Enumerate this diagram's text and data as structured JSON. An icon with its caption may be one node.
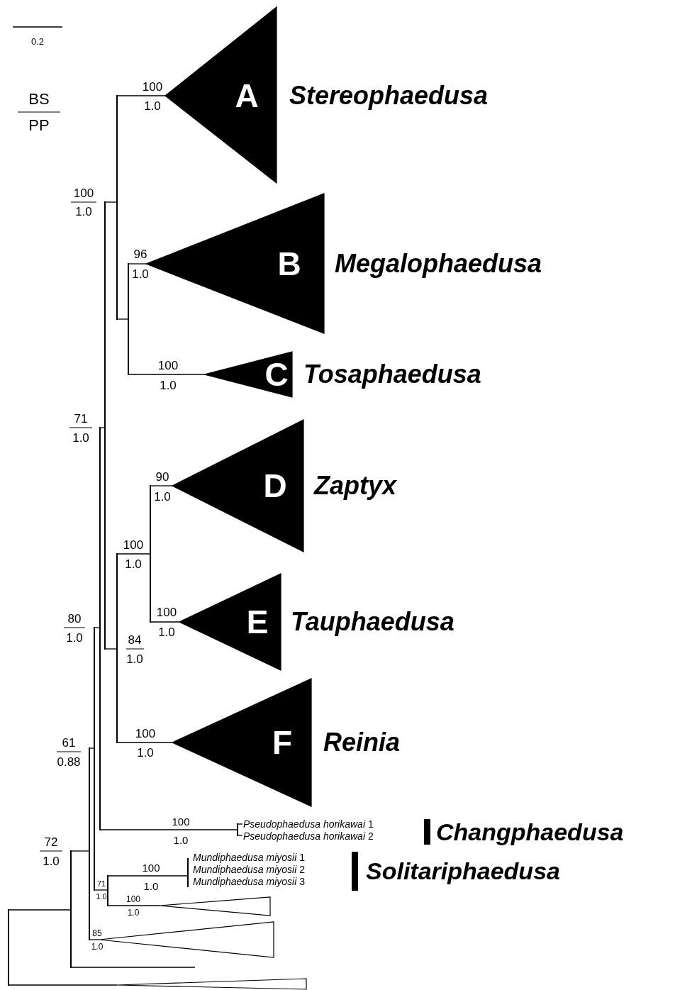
{
  "diagram": {
    "nodes": [
      {
        "text": [
          "A"
        ],
        "beside": [
          "Stereophaedusa"
        ]
      },
      {
        "text": [
          "B"
        ],
        "beside": [
          "Megalophaedusa"
        ]
      },
      {
        "text": [
          "C"
        ],
        "beside": [
          "Tosaphaedusa"
        ]
      },
      {
        "text": [
          "D"
        ],
        "beside": [
          "Zaptyx"
        ]
      },
      {
        "text": [
          "E"
        ],
        "beside": [
          "Tauphaedusa"
        ]
      },
      {
        "text": [
          "F"
        ],
        "beside": [
          "Reinia"
        ]
      },
      {
        "text": [
          "*Pseudophaedusa horikawai* 1"
        ]
      },
      {
        "text": [
          "*Pseudophaedusa horikawai* 2"
        ]
      },
      {
        "text": [
          "*Mundiphaedusa miyosii* 1"
        ]
      },
      {
        "text": [
          "*Mundiphaedusa miyosii* 2"
        ]
      },
      {
        "text": [
          "*Mundiphaedusa miyosii* 3"
        ]
      },
      {
        "text": [],
        "shape": "triangle"
      },
      {
        "text": [],
        "shape": "triangle"
      },
      {
        "text": [],
        "shape": "triangle"
      },
      {
        "text": [],
        "shape": "bar"
      },
      {
        "text": [],
        "shape": "bar"
      },
      {
        "text": [],
        "shape": "bar"
      },
      {
        "text": [],
        "shape": "bar"
      },
      {
        "text": [],
        "shape": "bar"
      },
      {
        "text": [],
        "shape": "bar"
      },
      {
        "text": [],
        "shape": "bar"
      },
      {
        "text": [],
        "shape": "bar"
      },
      {
        "text": [],
        "shape": "bar"
      },
      {
        "text": [],
        "shape": "bar"
      },
      {
        "text": [],
        "shape": "bar"
      },
      {
        "text": [],
        "shape": "bar"
      },
      {
        "text": [],
        "shape": "bar"
      }
    ],
    "edges": [
      {
        "from": 14,
        "to": 15,
        "arrow": "none"
      },
      {
        "from": 14,
        "to": 13,
        "arrow": "none"
      },
      {
        "from": 15,
        "to": 16,
        "arrow": "none"
      },
      {
        "from": 15,
        "to": null,
        "arrow": "none"
      },
      {
        "from": 16,
        "to": 17,
        "arrow": "none"
      },
      {
        "from": 16,
        "to": 12,
        "arrow": "none"
      },
      {
        "from": 17,
        "to": 18,
        "arrow": "none"
      },
      {
        "from": 17,
        "to": 20,
        "arrow": "none"
      },
      {
        "from": 18,
        "to": 19,
        "arrow": "none"
      },
      {
        "from": 18,
        "to": 25,
        "arrow": "none"
      },
      {
        "from": 19,
        "to": 21,
        "arrow": "none"
      },
      {
        "from": 19,
        "to": 23,
        "arrow": "none"
      },
      {
        "from": 21,
        "to": 0,
        "arrow": "none"
      },
      {
        "from": 21,
        "to": 22,
        "arrow": "none"
      },
      {
        "from": 22,
        "to": 1,
        "arrow": "none"
      },
      {
        "from": 22,
        "to": 2,
        "arrow": "none"
      },
      {
        "from": 23,
        "to": 24,
        "arrow": "none"
      },
      {
        "from": 23,
        "to": 5,
        "arrow": "none"
      },
      {
        "from": 24,
        "to": 3,
        "arrow": "none"
      },
      {
        "from": 24,
        "to": 4,
        "arrow": "none"
      },
      {
        "from": 20,
        "to": 26,
        "arrow": "none"
      },
      {
        "from": 20,
        "to": 11,
        "arrow": "none"
      },
      {
        "from": 25,
        "to": 6,
        "arrow": "none"
      },
      {
        "from": 25,
        "to": 7,
        "arrow": "none"
      }
    ],
    "labels": [
      "0.2",
      "BS",
      "PP",
      "100",
      "1.0",
      "100",
      "1.0",
      "96",
      "1.0",
      "100",
      "1.0",
      "71",
      "1.0",
      "90",
      "1.0",
      "100",
      "1.0",
      "100",
      "1.0",
      "80",
      "1.0",
      "84",
      "1.0",
      "100",
      "1.0",
      "61",
      "0.88",
      "100",
      "1.0",
      "Changphaedusa",
      "72",
      "1.0",
      "100",
      "1.0",
      "Solitariphaedusa",
      "71",
      "1.0",
      "100",
      "1.0",
      "85",
      "1.0"
    ]
  }
}
